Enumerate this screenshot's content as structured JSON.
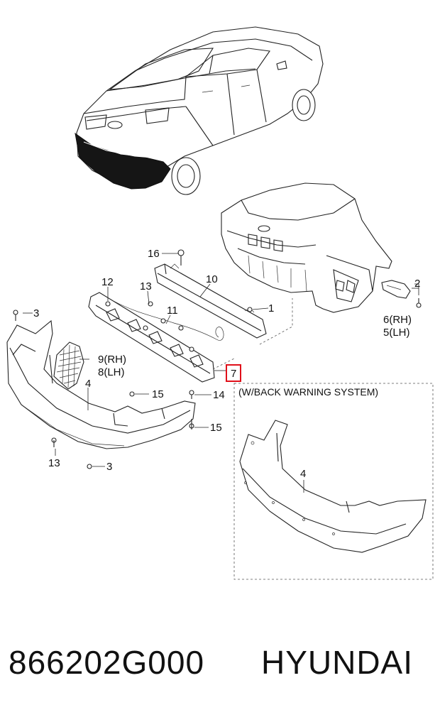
{
  "diagram": {
    "callouts": {
      "c1": "1",
      "c2": "2",
      "c3a": "3",
      "c3b": "3",
      "c4a": "4",
      "c4b": "4",
      "c5": "5(LH)",
      "c6": "6(RH)",
      "c7": "7",
      "c8": "8(LH)",
      "c9": "9(RH)",
      "c10": "10",
      "c11": "11",
      "c12": "12",
      "c13a": "13",
      "c13b": "13",
      "c14": "14",
      "c15a": "15",
      "c15b": "15",
      "c16": "16"
    },
    "inset_label": "(W/BACK WARNING SYSTEM)",
    "highlight_color": "#e0101a"
  },
  "footer": {
    "part_number": "866202G000",
    "brand": "HYUNDAI"
  }
}
